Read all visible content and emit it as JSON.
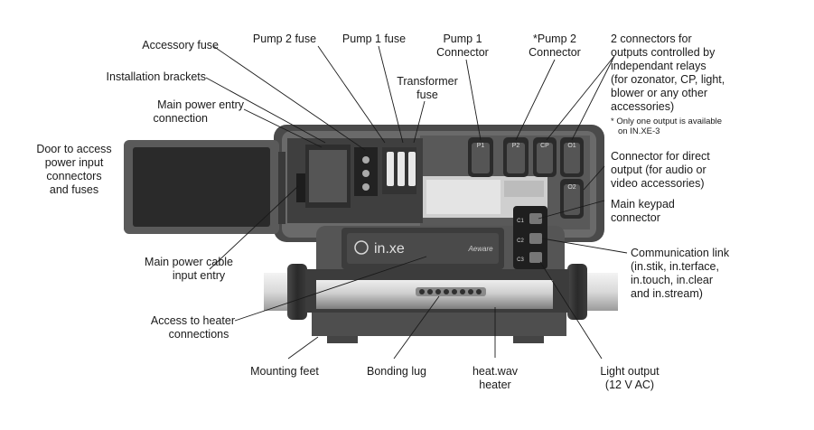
{
  "labels": {
    "accessory_fuse": "Accessory fuse",
    "pump2_fuse": "Pump 2 fuse",
    "pump1_fuse": "Pump 1 fuse",
    "pump1_connector_l1": "Pump 1",
    "pump1_connector_l2": "Connector",
    "pump2_connector_l1": "*Pump 2",
    "pump2_connector_l2": "Connector",
    "relay_outputs_l1": "2 connectors for",
    "relay_outputs_l2": "outputs controlled by",
    "relay_outputs_l3": "independant relays",
    "relay_outputs_l4": "(for ozonator, CP, light,",
    "relay_outputs_l5": "blower or any other",
    "relay_outputs_l6": "accessories)",
    "relay_note_l1": "* Only one output is available",
    "relay_note_l2": "on IN.XE-3",
    "installation_brackets": "Installation brackets",
    "transformer_fuse_l1": "Transformer",
    "transformer_fuse_l2": "fuse",
    "main_power_entry_l1": "Main power entry",
    "main_power_entry_l2": "connection",
    "door_l1": "Door to access",
    "door_l2": "power input",
    "door_l3": "connectors",
    "door_l4": "and fuses",
    "direct_output_l1": "Connector for direct",
    "direct_output_l2": "output (for audio or",
    "direct_output_l3": "video accessories)",
    "main_keypad_l1": "Main keypad",
    "main_keypad_l2": "connector",
    "comm_link_l1": "Communication link",
    "comm_link_l2": "(in.stik, in.terface,",
    "comm_link_l3": "in.touch, in.clear",
    "comm_link_l4": "and in.stream)",
    "main_cable_l1": "Main power cable",
    "main_cable_l2": "input entry",
    "heater_conn_l1": "Access to heater",
    "heater_conn_l2": "connections",
    "mounting_feet": "Mounting feet",
    "bonding_lug": "Bonding lug",
    "heatwav_l1": "heat.wav",
    "heatwav_l2": "heater",
    "light_output_l1": "Light output",
    "light_output_l2": "(12 V AC)"
  },
  "device": {
    "brand": "in.xe",
    "badge": "Aeware",
    "port_p1": "P1",
    "port_p2": "P2",
    "port_cp": "CP",
    "port_o1": "O1",
    "port_o2": "O2",
    "port_c1": "C1",
    "port_c2": "C2",
    "port_c3": "C3"
  }
}
